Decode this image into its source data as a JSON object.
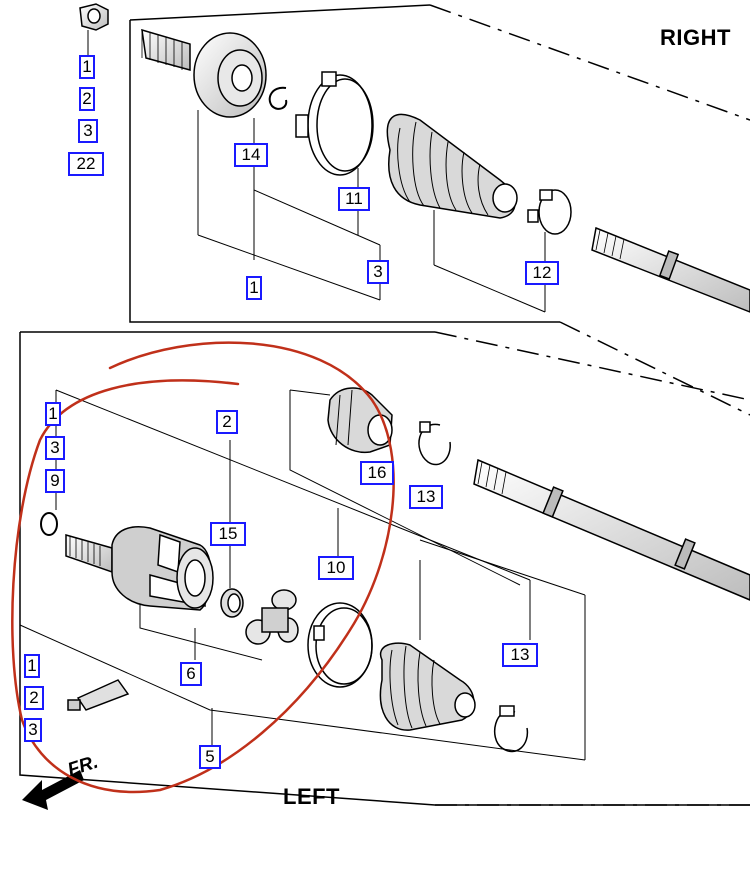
{
  "labels": {
    "right": "RIGHT",
    "left": "LEFT",
    "front": "FR."
  },
  "callouts": {
    "tl_1": "1",
    "tl_2": "2",
    "tl_3": "3",
    "tl_22": "22",
    "r_14": "14",
    "r_11": "11",
    "r_3": "3",
    "r_12": "12",
    "r_1": "1",
    "l_1_top": "1",
    "l_3": "3",
    "l_9": "9",
    "l_2": "2",
    "l_15": "15",
    "l_16": "16",
    "l_13_top": "13",
    "l_10": "10",
    "l_13_bottom": "13",
    "l_6": "6",
    "l_1_bottom": "1",
    "l_2_bottom": "2",
    "l_3_bottom": "3",
    "l_5": "5"
  },
  "colors": {
    "callout_border": "#1a1aff",
    "highlight_circle": "#c0301a",
    "line": "#000000"
  },
  "icons": {
    "front_arrow": "front-direction-arrow-icon"
  }
}
